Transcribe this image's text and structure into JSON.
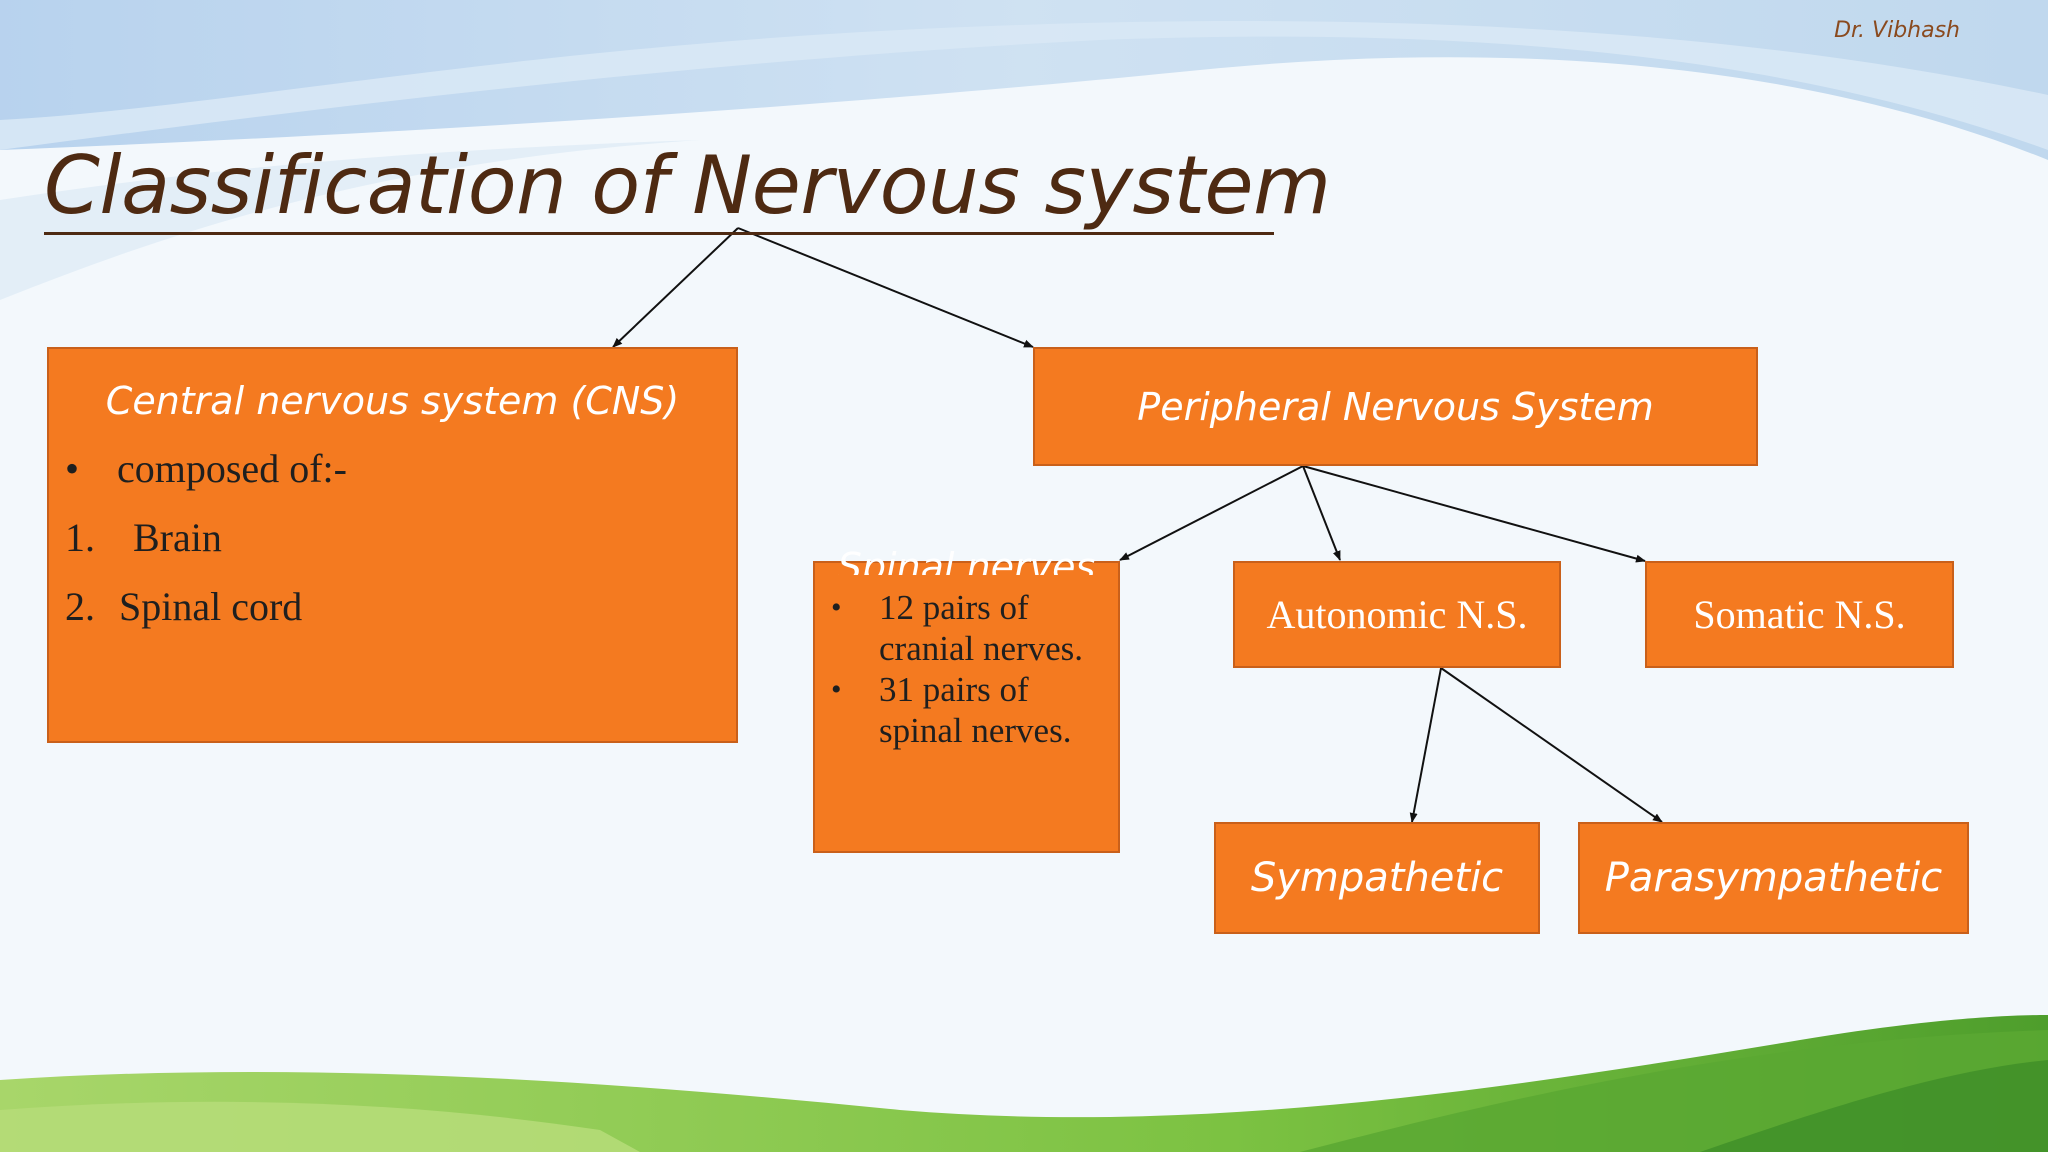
{
  "slide": {
    "author": "Dr. Vibhash",
    "title": "Classification of Nervous system"
  },
  "cns": {
    "title": "Central nervous system (CNS)",
    "items": [
      {
        "marker": "•",
        "text": "composed of:-"
      },
      {
        "marker": "1.",
        "text": "Brain"
      },
      {
        "marker": "2.",
        "text": "Spinal cord"
      }
    ]
  },
  "pns": {
    "title": "Peripheral Nervous System"
  },
  "spinal": {
    "title": "Spinal nerves",
    "items": [
      "12 pairs of cranial nerves.",
      "31 pairs of spinal nerves."
    ]
  },
  "autonomic": {
    "label": "Autonomic N.S."
  },
  "somatic": {
    "label": "Somatic N.S."
  },
  "sympathetic": {
    "label": "Sympathetic"
  },
  "parasympathetic": {
    "label": "Parasympathetic"
  },
  "colors": {
    "box_fill": "#f47a20",
    "box_border": "#c9601a",
    "title_text": "#4e2a12",
    "grass": "#7cc242",
    "sky": "#bcd7ee"
  }
}
